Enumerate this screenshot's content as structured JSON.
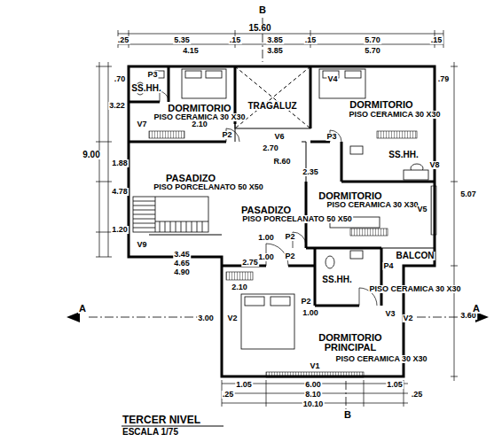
{
  "diagram": {
    "title": "TERCER NIVEL",
    "caption": "ESCALA 1/75",
    "labels": [
      "15.60",
      ".25",
      "5.35",
      ".15",
      "3.85",
      ".15",
      "5.70",
      ".15",
      "4.15",
      "3.85",
      "5.70",
      "9.00",
      "3.22",
      "1.88",
      "4.78",
      "1.20",
      ".70",
      "5.07",
      "3.60",
      ".79",
      "SS.HH.",
      "P3",
      "DORMITORIO",
      "PISO CERAMICA 30 X30",
      "TRAGALUZ",
      "V7",
      "2.10",
      "P2",
      "V6",
      "V4",
      "DORMITORIO",
      "PISO CERAMICA 30 X30",
      "P3",
      "SS.HH.",
      "V8",
      "PASADIZO",
      "PISO PORCELANATO 50 X50",
      "R.60",
      "2.35",
      "2.70",
      "DORMITORIO",
      "PISO CERAMICA 30 X30",
      "PASADIZO",
      "PISO PORCELANATO 50 X50",
      "V5",
      "P2",
      "1.00",
      "P2",
      "1.00",
      "V9",
      "3.45",
      "4.65",
      "4.90",
      "2.75",
      "2.10",
      "BALCON",
      "P4",
      "SS.HH.",
      "PISO CERAMICA 30 X30",
      "P2",
      "1.00",
      "V3",
      "V2",
      "V2",
      "3.00",
      "DORMITORIO PRINCIPAL",
      "PISO CERAMICA 30 X30",
      "V1",
      "6.00",
      "8.10",
      "10.10",
      "1.05",
      "1.05",
      ".25",
      ".25",
      "A",
      "A",
      "B",
      "B"
    ]
  }
}
